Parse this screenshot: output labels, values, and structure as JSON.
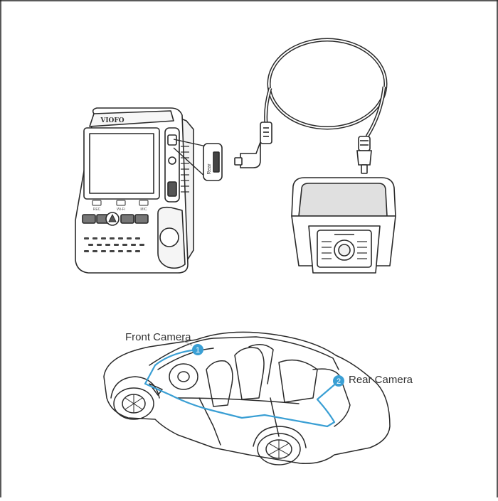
{
  "device": {
    "brand": "VIOFO",
    "port_label": "Rear",
    "button_labels": [
      "REC",
      "Wi-Fi",
      "MIC"
    ]
  },
  "callouts": [
    {
      "number": "1",
      "label": "Front Camera"
    },
    {
      "number": "2",
      "label": "Rear Camera"
    }
  ],
  "colors": {
    "line_art": "#2a2a2a",
    "cable_route": "#3a9fd4",
    "callout_badge": "#3a9fd4",
    "background": "#ffffff"
  }
}
